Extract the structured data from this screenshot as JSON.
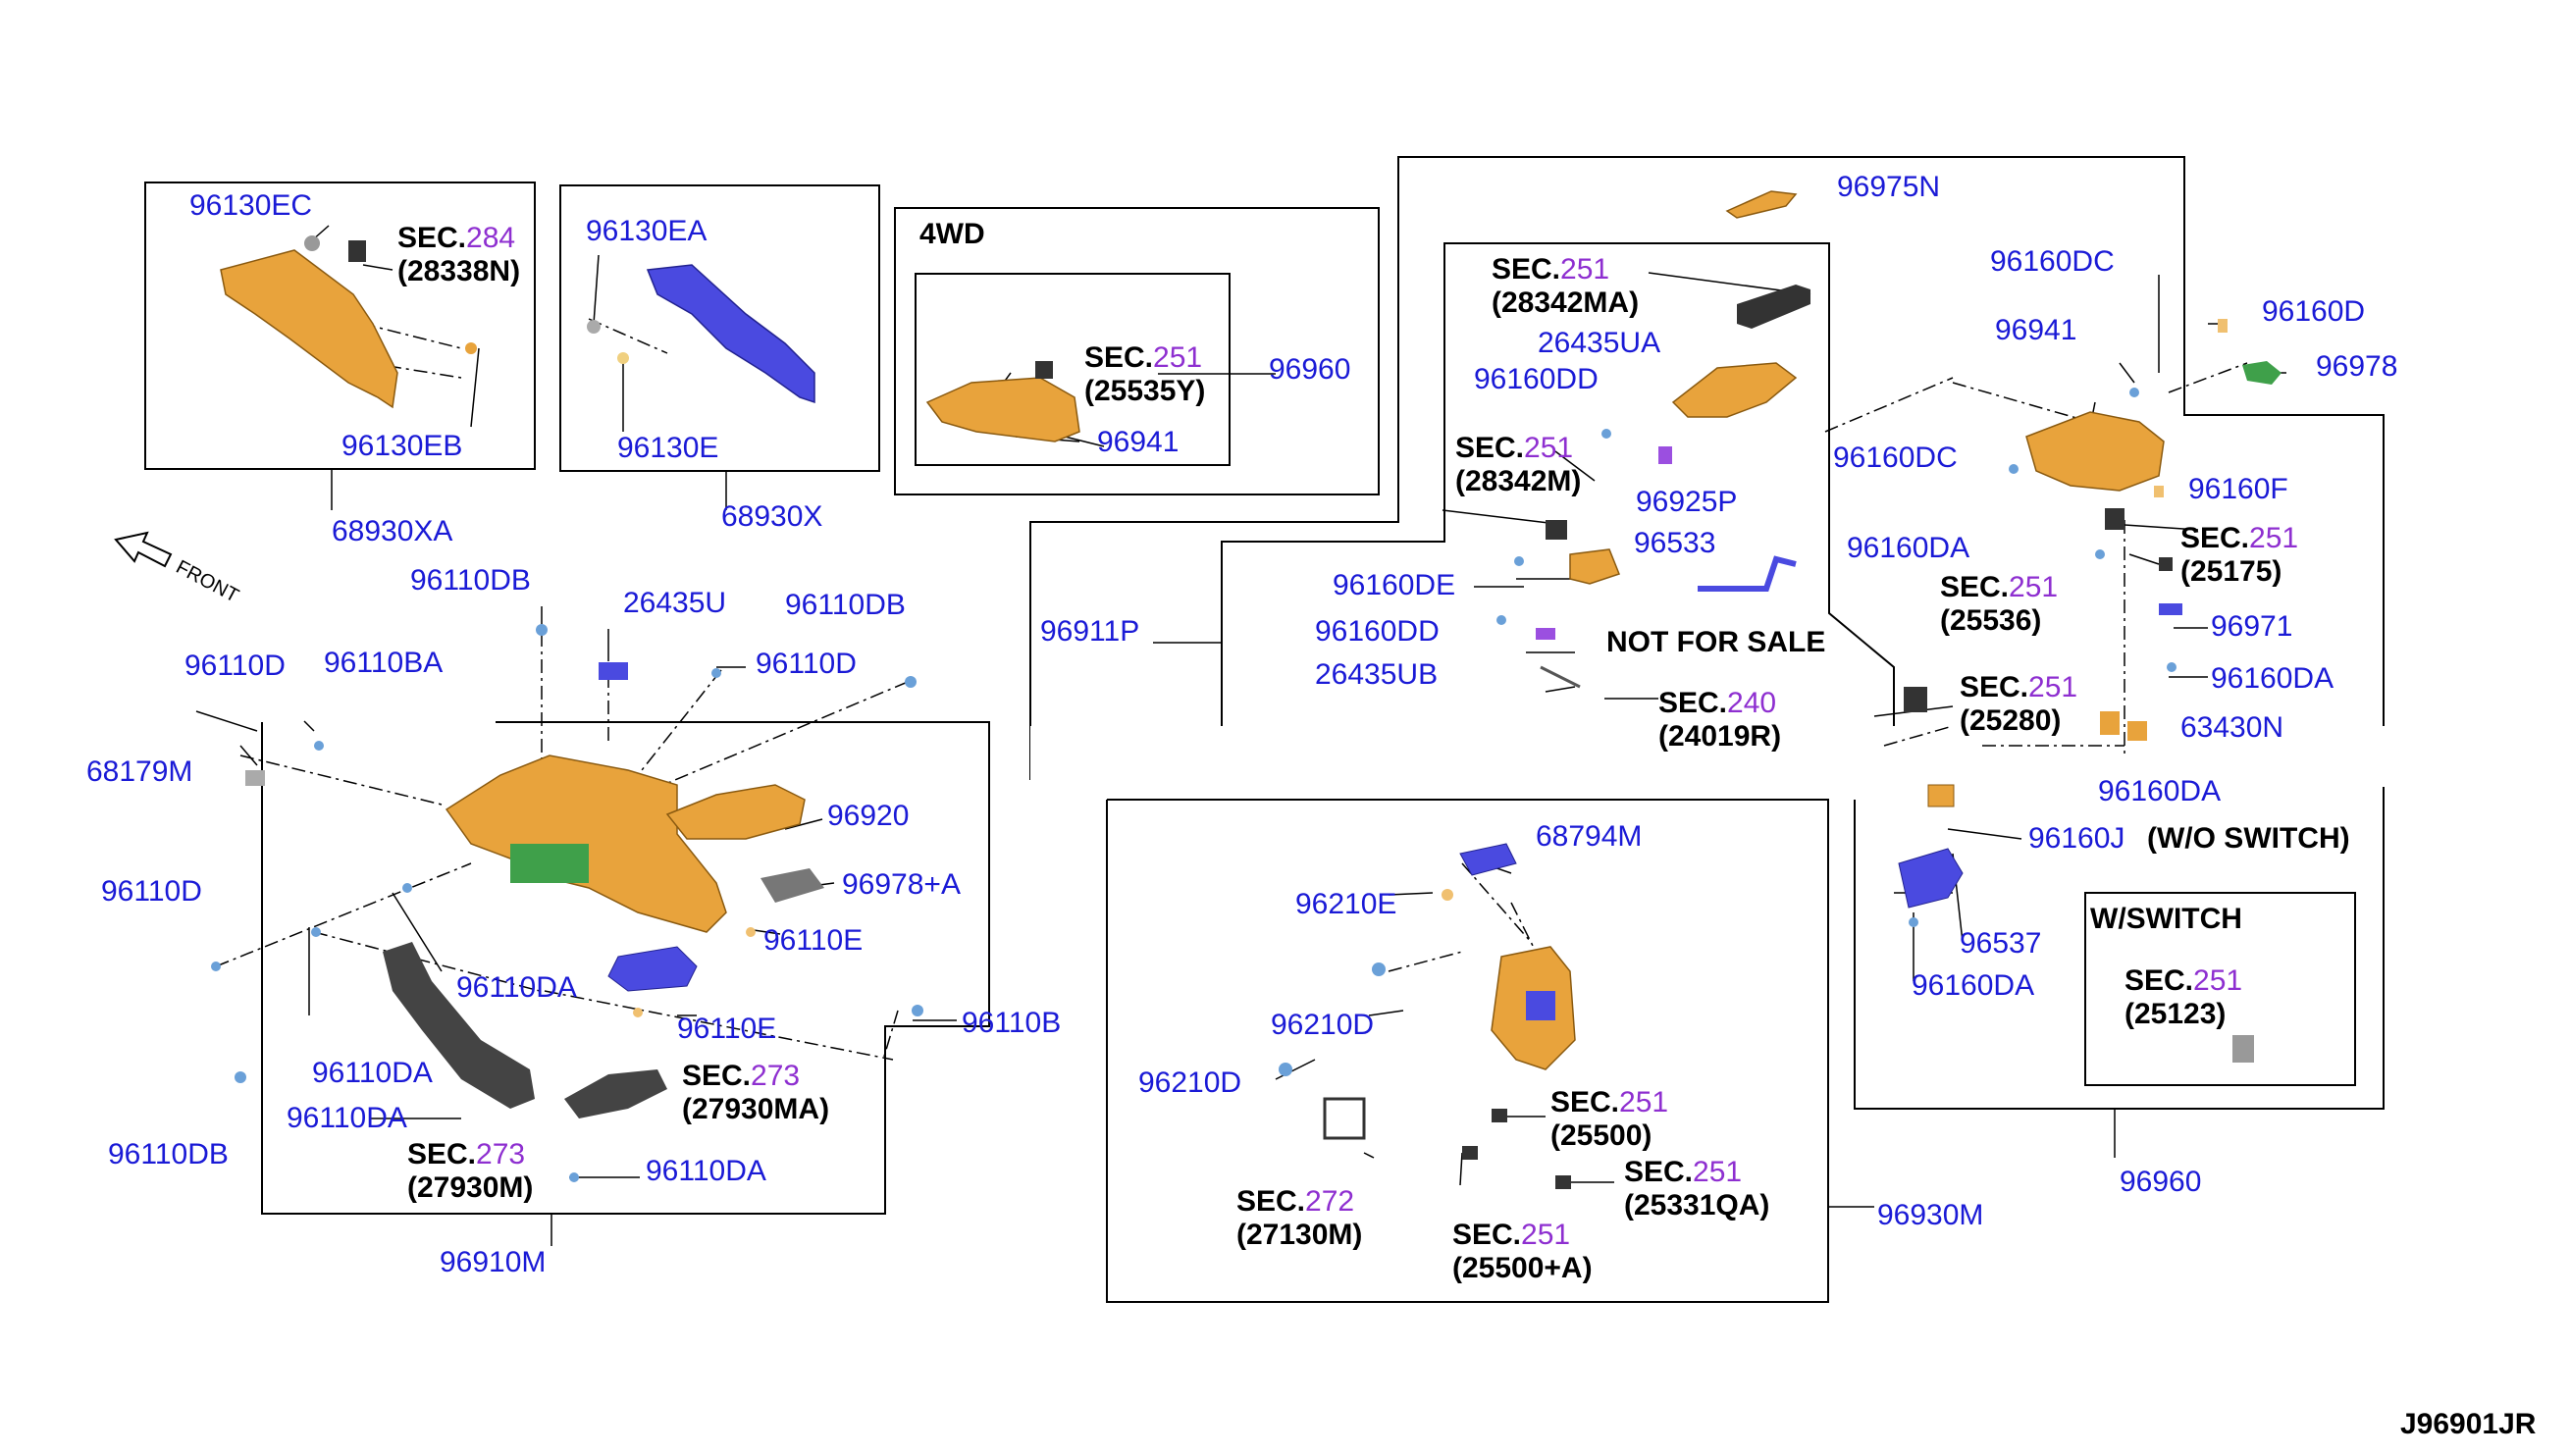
{
  "diagram_code": "J96901JR",
  "front_label": "FRONT",
  "colors": {
    "part_number": "#1a1ad6",
    "section_number": "#8e2fd0",
    "part_fill": "#e8a33c",
    "part_fill_alt": "#4a4ae0",
    "line": "#000000"
  },
  "boxes": {
    "four_wd": "4WD",
    "w_switch": "W/SWITCH"
  },
  "notes": {
    "not_for_sale": "NOT FOR SALE",
    "wo_switch": "(W/O SWITCH)"
  },
  "part_numbers": {
    "p96130EC": "96130EC",
    "p96130EB": "96130EB",
    "p68930XA": "68930XA",
    "p96130EA": "96130EA",
    "p96130E": "96130E",
    "p68930X": "68930X",
    "p96960_a": "96960",
    "p96941_a": "96941",
    "p96975N": "96975N",
    "p26435UA": "26435UA",
    "p96160DD_a": "96160DD",
    "p96925P": "96925P",
    "p96533": "96533",
    "p96160DE": "96160DE",
    "p96160DD_b": "96160DD",
    "p26435UB": "26435UB",
    "p96911P": "96911P",
    "p96160DC_a": "96160DC",
    "p96941_b": "96941",
    "p96160D": "96160D",
    "p96978": "96978",
    "p96160DC_b": "96160DC",
    "p96160F": "96160F",
    "p96160DA_a": "96160DA",
    "p96971": "96971",
    "p96160DA_b": "96160DA",
    "p63430N": "63430N",
    "p96160DA_c": "96160DA",
    "p96160J": "96160J",
    "p96537": "96537",
    "p96160DA_d": "96160DA",
    "p96960_b": "96960",
    "p96110DB_a": "96110DB",
    "p26435U": "26435U",
    "p96110DB_b": "96110DB",
    "p96110D_a": "96110D",
    "p96110BA": "96110BA",
    "p96110D_b": "96110D",
    "p68179M": "68179M",
    "p96920": "96920",
    "p96978A": "96978+A",
    "p96110D_c": "96110D",
    "p96110E_a": "96110E",
    "p96110DA_a": "96110DA",
    "p96110E_b": "96110E",
    "p96110B": "96110B",
    "p96110DA_b": "96110DA",
    "p96110DA_c": "96110DA",
    "p96110DB_c": "96110DB",
    "p96110DA_d": "96110DA",
    "p96910M": "96910M",
    "p68794M": "68794M",
    "p96210E": "96210E",
    "p96210D_a": "96210D",
    "p96210D_b": "96210D",
    "p96930M": "96930M"
  },
  "sections": {
    "s284": {
      "prefix": "SEC.",
      "num": "284",
      "ref": "(28338N)"
    },
    "s251a": {
      "prefix": "SEC.",
      "num": "251",
      "ref": "(25535Y)"
    },
    "s251b": {
      "prefix": "SEC.",
      "num": "251",
      "ref": "(28342MA)"
    },
    "s251c": {
      "prefix": "SEC.",
      "num": "251",
      "ref": "(28342M)"
    },
    "s240": {
      "prefix": "SEC.",
      "num": "240",
      "ref": "(24019R)"
    },
    "s251d": {
      "prefix": "SEC.",
      "num": "251",
      "ref": "(25175)"
    },
    "s251e": {
      "prefix": "SEC.",
      "num": "251",
      "ref": "(25536)"
    },
    "s251f": {
      "prefix": "SEC.",
      "num": "251",
      "ref": "(25280)"
    },
    "s251g": {
      "prefix": "SEC.",
      "num": "251",
      "ref": "(25123)"
    },
    "s273a": {
      "prefix": "SEC.",
      "num": "273",
      "ref": "(27930MA)"
    },
    "s273b": {
      "prefix": "SEC.",
      "num": "273",
      "ref": "(27930M)"
    },
    "s251h": {
      "prefix": "SEC.",
      "num": "251",
      "ref": "(25500)"
    },
    "s251i": {
      "prefix": "SEC.",
      "num": "251",
      "ref": "(25331QA)"
    },
    "s272": {
      "prefix": "SEC.",
      "num": "272",
      "ref": "(27130M)"
    },
    "s251j": {
      "prefix": "SEC.",
      "num": "251",
      "ref": "(25500+A)"
    }
  }
}
